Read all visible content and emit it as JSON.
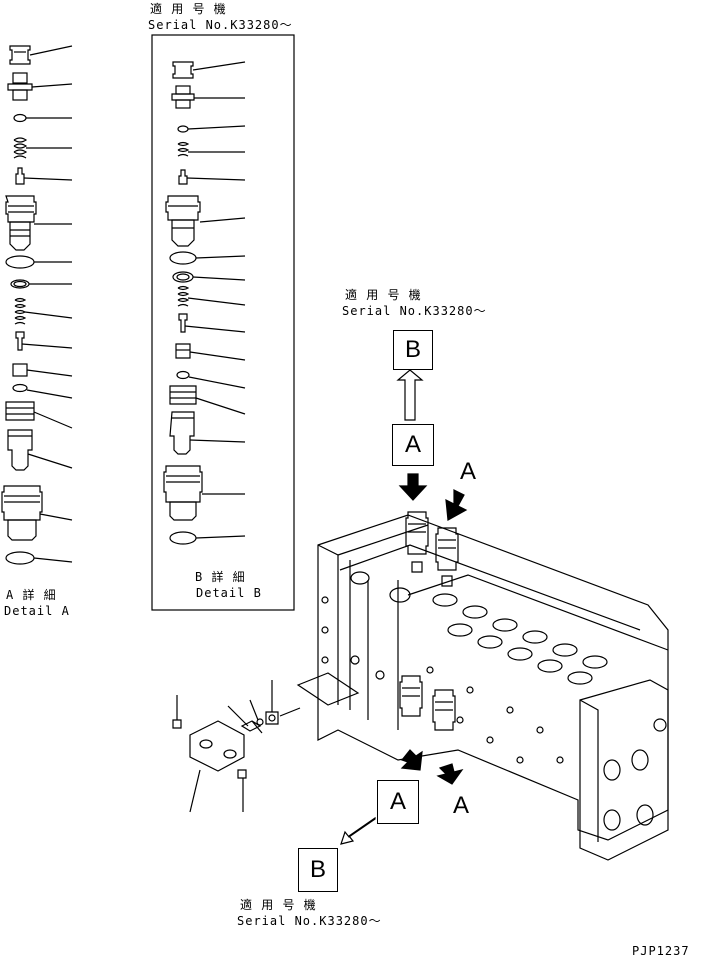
{
  "applicable_jp": "適 用 号 機",
  "serial_text": "Serial No.K33280～",
  "detail_a": {
    "jp": "A 詳 細",
    "en": "Detail A"
  },
  "detail_b": {
    "jp": "B 詳 細",
    "en": "Detail B"
  },
  "callout_a": "A",
  "callout_b": "B",
  "part_code": "PJP1237"
}
